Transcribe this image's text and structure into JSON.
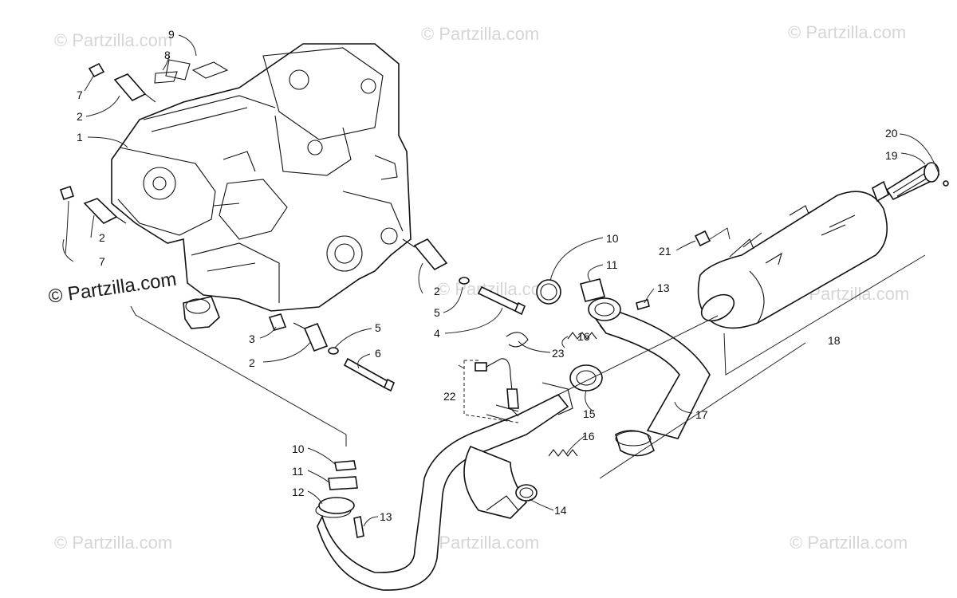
{
  "watermarks": {
    "faint": "© Partzilla.com",
    "main": "© Partzilla.com"
  },
  "callouts": [
    "1",
    "2",
    "2",
    "2",
    "2",
    "3",
    "4",
    "5",
    "5",
    "6",
    "7",
    "7",
    "8",
    "9",
    "10",
    "10",
    "11",
    "11",
    "12",
    "13",
    "13",
    "14",
    "15",
    "16",
    "16",
    "17",
    "18",
    "19",
    "20",
    "21",
    "22",
    "23"
  ],
  "colors": {
    "ink": "#111111",
    "watermark": "#d6d6d6",
    "background": "#ffffff"
  }
}
